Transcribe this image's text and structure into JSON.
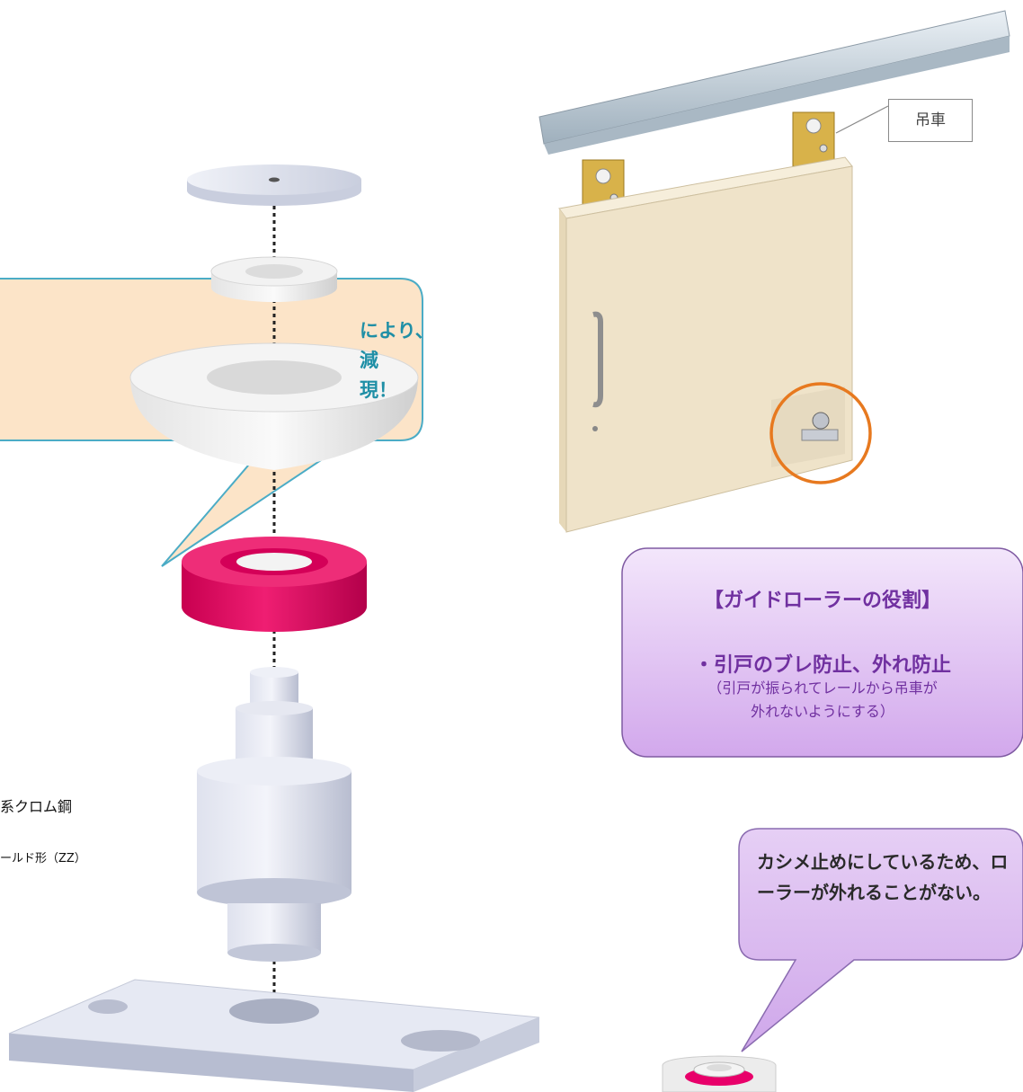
{
  "callout_left": {
    "lines": [
      "により、",
      "減",
      "現！"
    ],
    "border_color": "#4bacc6",
    "fill_color": "#fce4c8"
  },
  "hanger_label": "吊車",
  "role_box": {
    "title": "【ガイドローラーの役割】",
    "main": "・引戸のブレ防止、外れ防止",
    "sub_line1": "（引戸が振られてレールから吊車が",
    "sub_line2": "外れないようにする）",
    "text_color": "#7030a0"
  },
  "kashime_callout": {
    "text": "カシメ止めにしているため、ローラーが外れることがない。"
  },
  "specs": {
    "material": "系クロム鋼",
    "seal_type": "ールド形（ZZ）"
  },
  "colors": {
    "bearing_pink": "#e6005f",
    "highlight_circle": "#e7791f",
    "door": "#efe3c9"
  }
}
